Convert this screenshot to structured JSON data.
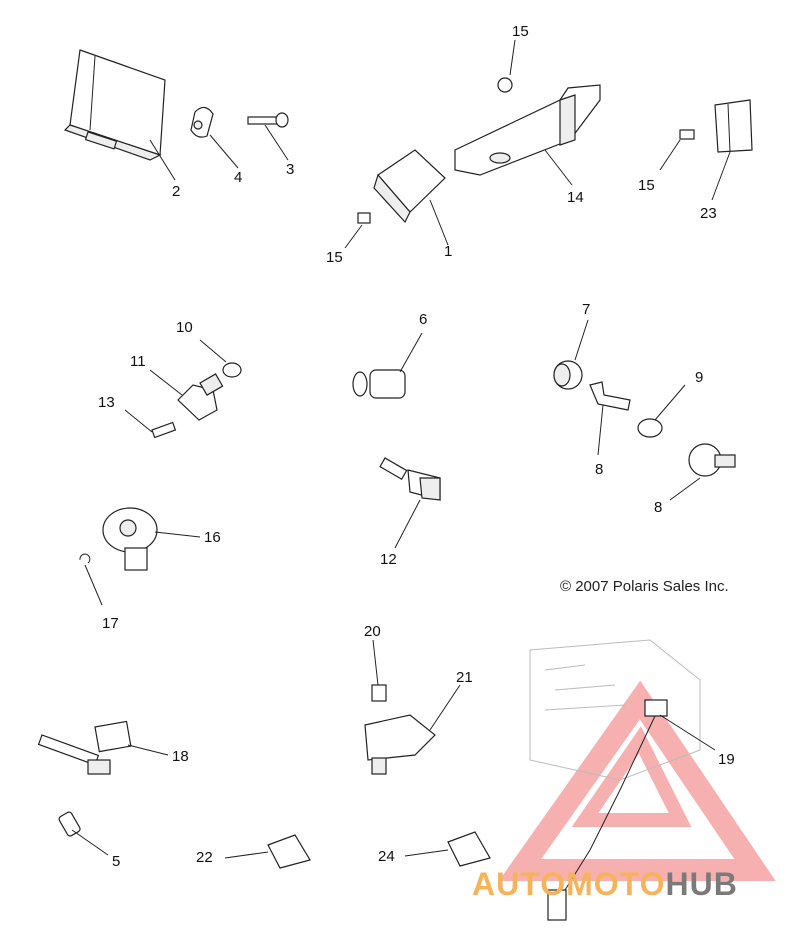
{
  "callouts": [
    "1",
    "2",
    "3",
    "4",
    "5",
    "6",
    "7",
    "8",
    "8",
    "9",
    "10",
    "11",
    "12",
    "13",
    "14",
    "15",
    "15",
    "15",
    "16",
    "17",
    "18",
    "19",
    "20",
    "21",
    "22",
    "23",
    "24"
  ],
  "copyright": "© 2007 Polaris Sales Inc.",
  "watermark": {
    "part1": "AUTOMOTO",
    "part2": "HUB",
    "color_orange": "#f6b35a",
    "color_gray": "#7a7a7a",
    "triangle_color": "#f08080"
  }
}
